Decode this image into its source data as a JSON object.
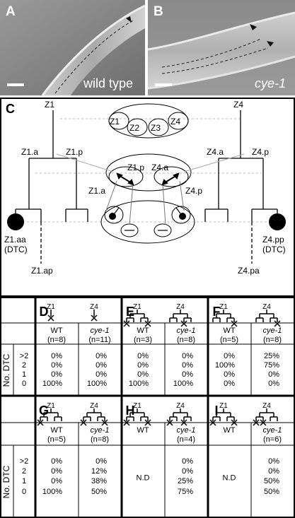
{
  "panelA": {
    "label": "A",
    "caption": "wild type"
  },
  "panelB": {
    "label": "B",
    "caption": "cye-1"
  },
  "panelC": {
    "label": "C",
    "cells": {
      "z1": "Z1",
      "z4": "Z4",
      "z2": "Z2",
      "z3": "Z3",
      "z1a": "Z1.a",
      "z1p": "Z1.p",
      "z4a": "Z4.a",
      "z4p": "Z4.p",
      "z1aa": "Z1.aa",
      "z4pp": "Z4.pp",
      "dtc": "(DTC)",
      "z1ap": "Z1.ap",
      "z4pa": "Z4.pa"
    }
  },
  "tables": {
    "row_axis_label": "No. DTC",
    "row_labels": [
      ">2",
      "2",
      "1",
      "0"
    ],
    "panels": [
      {
        "label": "D",
        "z1": "Z1",
        "z4": "Z4",
        "col1": {
          "name": "WT",
          "n": "(n=8)",
          "values": [
            "0%",
            "0%",
            "0%",
            "100%"
          ]
        },
        "col2": {
          "name": "cye-1",
          "n": "(n=11)",
          "values": [
            "0%",
            "0%",
            "0%",
            "100%"
          ]
        }
      },
      {
        "label": "E",
        "z1": "Z1",
        "z4": "Z4",
        "col1": {
          "name": "WT",
          "n": "(n=3)",
          "values": [
            "0%",
            "0%",
            "0%",
            "100%"
          ]
        },
        "col2": {
          "name": "cye-1",
          "n": "(n=8)",
          "values": [
            "0%",
            "0%",
            "0%",
            "100%"
          ]
        }
      },
      {
        "label": "F",
        "z1": "Z1",
        "z4": "Z4",
        "col1": {
          "name": "WT",
          "n": "(n=5)",
          "values": [
            "0%",
            "100%",
            "0%",
            "0%"
          ]
        },
        "col2": {
          "name": "cye-1",
          "n": "(n=8)",
          "values": [
            "25%",
            "75%",
            "0%",
            "0%"
          ]
        }
      },
      {
        "label": "G",
        "z1": "Z1",
        "z4": "Z4",
        "col1": {
          "name": "WT",
          "n": "(n=5)",
          "values": [
            "0%",
            "0%",
            "0%",
            "100%"
          ]
        },
        "col2": {
          "name": "cye-1",
          "n": "(n=8)",
          "values": [
            "0%",
            "12%",
            "38%",
            "50%"
          ]
        }
      },
      {
        "label": "H",
        "z1": "Z1",
        "z4": "Z4",
        "col1": {
          "name": "WT",
          "n": "",
          "values": [],
          "nd": "N.D"
        },
        "col2": {
          "name": "cye-1",
          "n": "(n=4)",
          "values": [
            "0%",
            "0%",
            "25%",
            "75%"
          ]
        }
      },
      {
        "label": "I",
        "z1": "Z1",
        "z4": "Z4",
        "col1": {
          "name": "WT",
          "n": "",
          "values": [],
          "nd": "N.D"
        },
        "col2": {
          "name": "cye-1",
          "n": "(n=6)",
          "values": [
            "0%",
            "0%",
            "50%",
            "50%"
          ]
        }
      }
    ]
  }
}
